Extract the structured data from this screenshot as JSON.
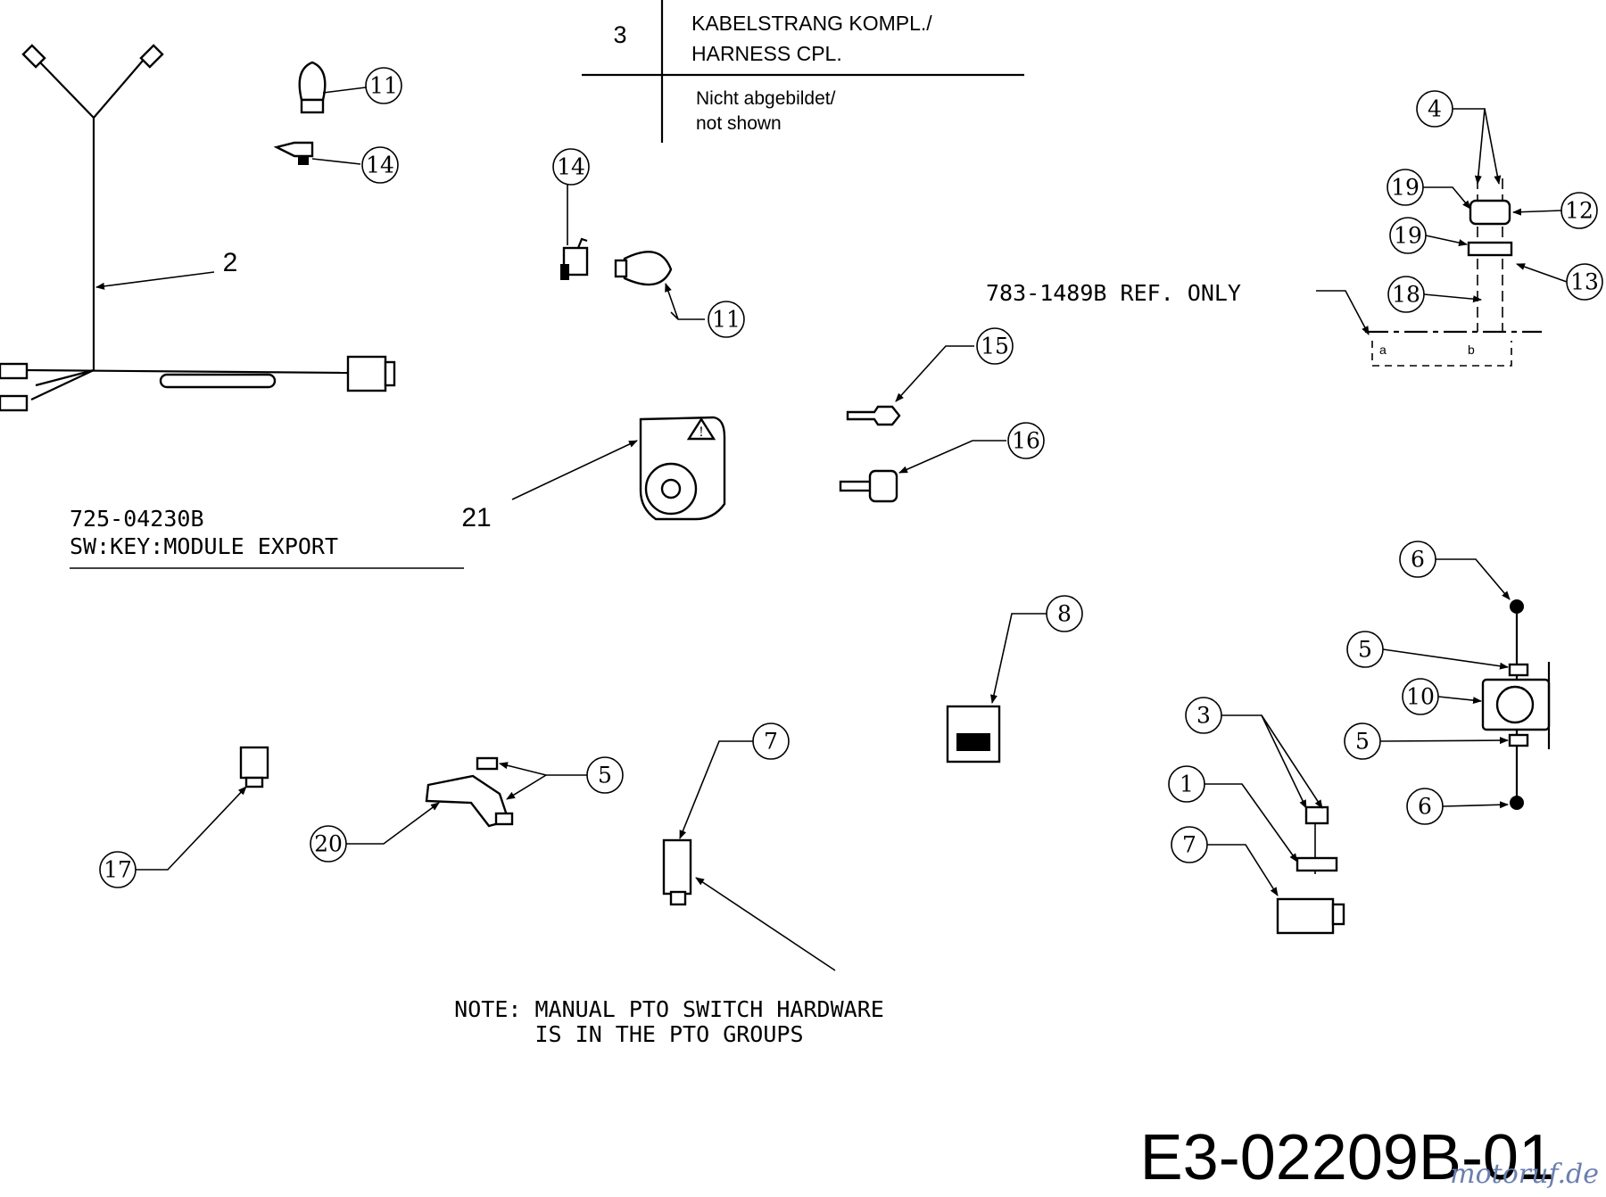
{
  "legend_table": {
    "part_number": "3",
    "description_line1": "KABELSTRANG KOMPL./",
    "description_line2": "HARNESS CPL.",
    "note_line1": "Nicht abgebildet/",
    "note_line2": "not shown"
  },
  "ref_note": "783-1489B REF. ONLY",
  "module_note_line1": "725-04230B",
  "module_note_line2": "SW:KEY:MODULE EXPORT",
  "pto_note_line1": "NOTE: MANUAL PTO SWITCH HARDWARE",
  "pto_note_line2": "IS IN THE PTO GROUPS",
  "drawing_number": "E3-02209B-01",
  "watermark": "motoruf.de",
  "callouts": {
    "c2": "2",
    "c21": "21",
    "c11a": "11",
    "c14a": "14",
    "c14b": "14",
    "c11b": "11",
    "c15": "15",
    "c16": "16",
    "c4": "4",
    "c19a": "19",
    "c12": "12",
    "c19b": "19",
    "c13": "13",
    "c18": "18",
    "c6a": "6",
    "c5a": "5",
    "c10": "10",
    "c5b": "5",
    "c6b": "6",
    "c8": "8",
    "c3": "3",
    "c1": "1",
    "c7a": "7",
    "c17": "17",
    "c20": "20",
    "c5c": "5",
    "c7b": "7"
  }
}
